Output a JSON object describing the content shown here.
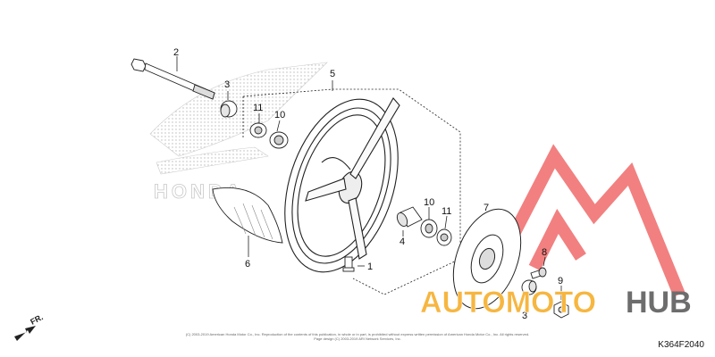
{
  "callouts": {
    "c1": "1",
    "c2": "2",
    "c3a": "3",
    "c3b": "3",
    "c4": "4",
    "c5": "5",
    "c6": "6",
    "c7": "7",
    "c8": "8",
    "c9": "9",
    "c10a": "10",
    "c10b": "10",
    "c11a": "11",
    "c11b": "11"
  },
  "direction_label": "FR.",
  "diagram_code": "K364F2040",
  "copyright_lines": [
    "(C) 2003-2019 American Honda Motor Co., Inc. Reproduction of the contents of this publication, in whole or in part, is prohibited without express written permission of American Honda Motor Co., Inc. All rights reserved.",
    "Page design (C) 2003-2019 ARI Network Services, Inc."
  ],
  "watermark": {
    "part1": "AUTOMOTO",
    "part2": "HUB",
    "color_part1": "#f6b640",
    "color_part2": "#6d6d6d",
    "logo_color": "#f06a6a"
  },
  "background_logo_text": "HONDA"
}
